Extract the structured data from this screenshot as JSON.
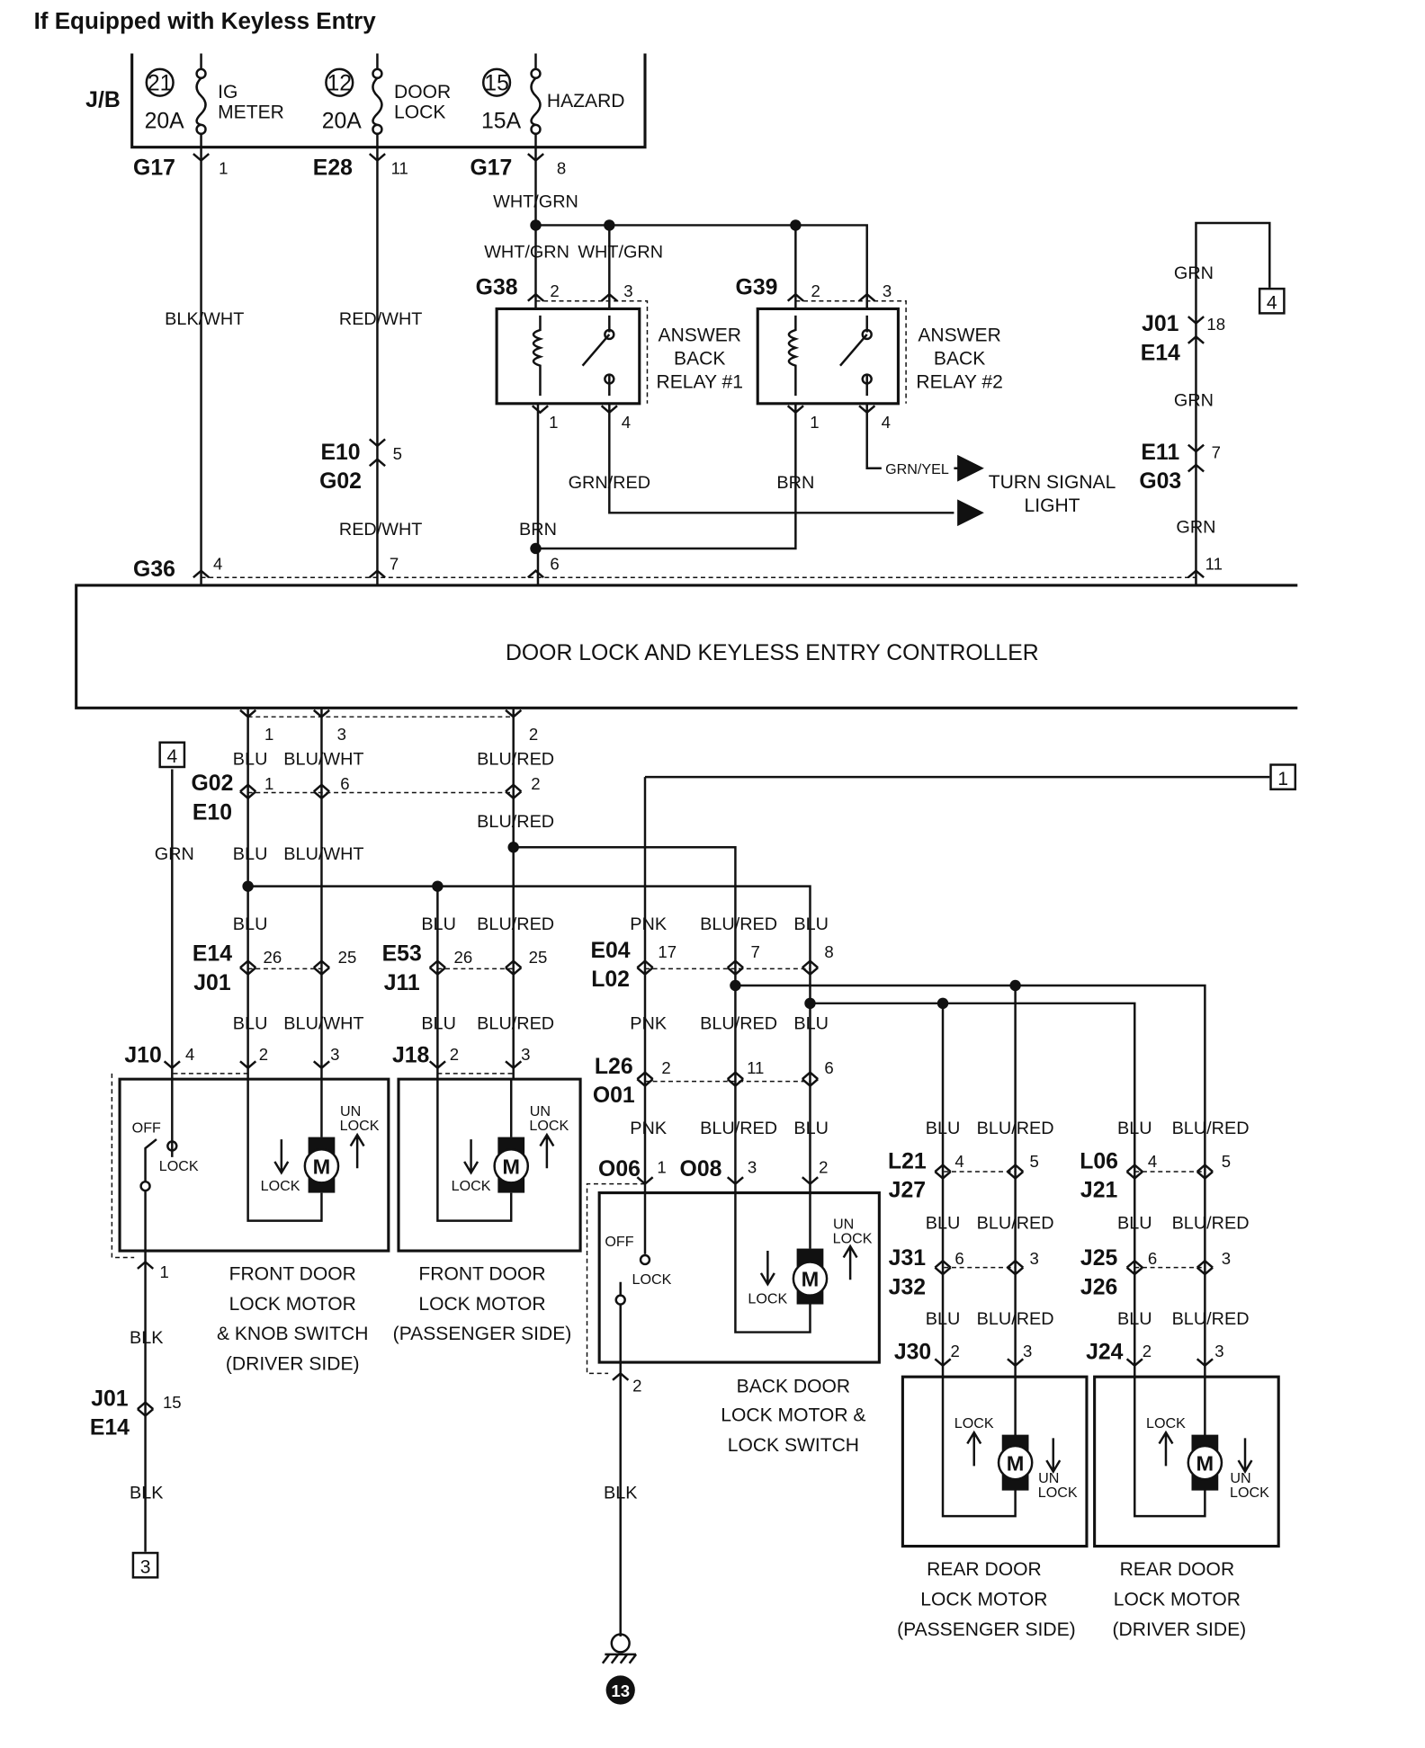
{
  "title": "If Equipped with Keyless Entry",
  "junction_box": {
    "label": "J/B",
    "fuses": [
      {
        "number": "21",
        "rating": "20A",
        "name_line1": "IG",
        "name_line2": "METER"
      },
      {
        "number": "12",
        "rating": "20A",
        "name_line1": "DOOR",
        "name_line2": "LOCK"
      },
      {
        "number": "15",
        "rating": "15A",
        "name_line1": "HAZARD"
      }
    ]
  },
  "connectors": [
    {
      "id": "G17",
      "pins": [
        "1"
      ]
    },
    {
      "id": "E28",
      "pins": [
        "11"
      ]
    },
    {
      "id": "G17",
      "pins": [
        "8"
      ]
    },
    {
      "id": "G38",
      "pins": [
        "2",
        "3",
        "1",
        "4"
      ]
    },
    {
      "id": "G39",
      "pins": [
        "2",
        "3",
        "1",
        "4"
      ]
    },
    {
      "id": "E10",
      "mate": "G02",
      "pins": [
        "5"
      ]
    },
    {
      "id": "J01",
      "mate": "E14",
      "pins": [
        "18"
      ]
    },
    {
      "id": "E11",
      "mate": "G03",
      "pins": [
        "7"
      ]
    },
    {
      "id": "G36",
      "pins": [
        "4",
        "7",
        "6",
        "11"
      ]
    },
    {
      "pins": [
        "1",
        "3",
        "2"
      ]
    },
    {
      "id": "G02",
      "mate": "E10",
      "pins": [
        "1",
        "6",
        "2"
      ]
    },
    {
      "id": "E14",
      "mate": "J01",
      "pins": [
        "26",
        "25"
      ]
    },
    {
      "id": "E53",
      "mate": "J11",
      "pins": [
        "26",
        "25"
      ]
    },
    {
      "id": "E04",
      "mate": "L02",
      "pins": [
        "17",
        "7",
        "8"
      ]
    },
    {
      "id": "J10",
      "pins": [
        "4",
        "2",
        "3",
        "1"
      ]
    },
    {
      "id": "J18",
      "pins": [
        "2",
        "3"
      ]
    },
    {
      "id": "L26",
      "mate": "O01",
      "pins": [
        "2",
        "11",
        "6"
      ]
    },
    {
      "id": "O06",
      "pins": [
        "1",
        "2"
      ]
    },
    {
      "id": "O08",
      "pins": [
        "3",
        "2"
      ]
    },
    {
      "id": "L21",
      "mate": "J27",
      "pins": [
        "4",
        "5"
      ]
    },
    {
      "id": "L06",
      "mate": "J21",
      "pins": [
        "4",
        "5"
      ]
    },
    {
      "id": "J31",
      "mate": "J32",
      "pins": [
        "6",
        "3"
      ]
    },
    {
      "id": "J25",
      "mate": "J26",
      "pins": [
        "6",
        "3"
      ]
    },
    {
      "id": "J30",
      "pins": [
        "2",
        "3"
      ]
    },
    {
      "id": "J24",
      "pins": [
        "2",
        "3"
      ]
    },
    {
      "id": "J01",
      "mate": "E14",
      "pins": [
        "15"
      ]
    }
  ],
  "wire_labels": {
    "blk_wht": "BLK/WHT",
    "red_wht": "RED/WHT",
    "wht_grn": "WHT/GRN",
    "grn_red": "GRN/RED",
    "grn_yel": "GRN/YEL",
    "brn": "BRN",
    "grn": "GRN",
    "blu": "BLU",
    "blu_wht": "BLU/WHT",
    "blu_red": "BLU/RED",
    "pnk": "PNK",
    "blk": "BLK"
  },
  "relays": [
    {
      "lines": [
        "ANSWER",
        "BACK",
        "RELAY #1"
      ]
    },
    {
      "lines": [
        "ANSWER",
        "BACK",
        "RELAY #2"
      ]
    }
  ],
  "destination": {
    "line1": "TURN SIGNAL",
    "line2": "LIGHT"
  },
  "controller": "DOOR LOCK AND KEYLESS ENTRY CONTROLLER",
  "components": {
    "front_driver": [
      "FRONT DOOR",
      "LOCK MOTOR",
      "& KNOB SWITCH",
      "(DRIVER SIDE)"
    ],
    "front_passenger": [
      "FRONT DOOR",
      "LOCK MOTOR",
      "(PASSENGER SIDE)"
    ],
    "back_door": [
      "BACK DOOR",
      "LOCK MOTOR &",
      "LOCK SWITCH"
    ],
    "rear_passenger": [
      "REAR DOOR",
      "LOCK MOTOR",
      "(PASSENGER SIDE)"
    ],
    "rear_driver": [
      "REAR DOOR",
      "LOCK MOTOR",
      "(DRIVER SIDE)"
    ]
  },
  "symbols": {
    "motor": "M",
    "off": "OFF",
    "lock": "LOCK",
    "un": "UN"
  },
  "page_refs": [
    "4",
    "1",
    "4",
    "3"
  ],
  "ground": "13"
}
